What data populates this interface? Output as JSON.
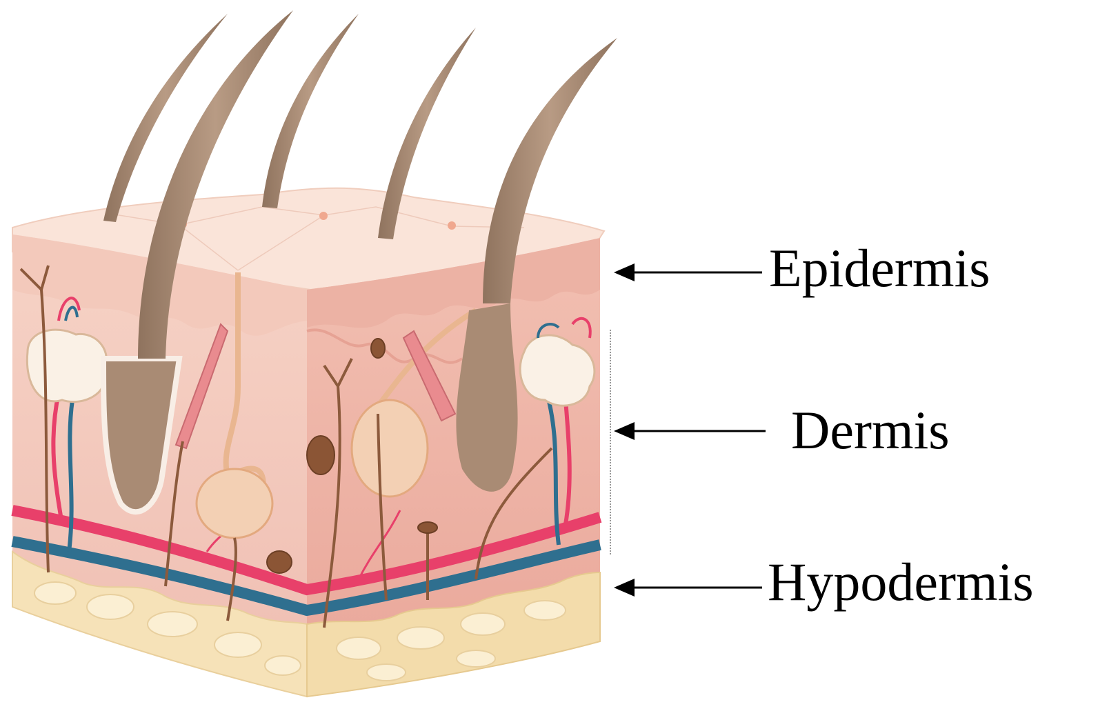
{
  "labels": {
    "epidermis": "Epidermis",
    "dermis": "Dermis",
    "hypodermis": "Hypodermis"
  },
  "colors": {
    "epidermis_top": "#f8dcd0",
    "epidermis_front": "#f3cdbf",
    "dermis_front": "#f2c6bd",
    "dermis_side": "#eeb5a8",
    "hypodermis_fat": "#f7e3ba",
    "hair": "#a98b74",
    "artery": "#e8406a",
    "vein": "#2f6f8f",
    "gland": "#f2d6bf",
    "nerve": "#8c5a3c"
  }
}
